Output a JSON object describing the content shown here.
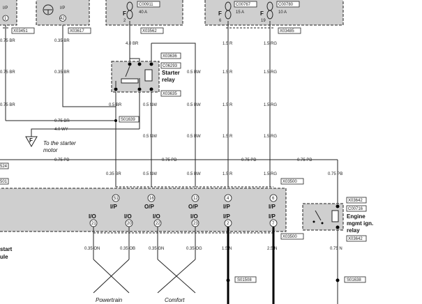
{
  "fuse_labels": {
    "f1": "F",
    "f1n": "2",
    "f1a": "40 A",
    "f6": "F",
    "f6n": "6",
    "f6a": "15 A",
    "f19": "F",
    "f19n": "19",
    "f19a": "10 A"
  },
  "pin_labels": {
    "i1": "I/P",
    "i1n": "1",
    "i2": "I/P",
    "i2n": "42"
  },
  "connectors": {
    "c00911": "C00911",
    "c00767": "C00767",
    "c00780": "C00780",
    "x03451": "X03451",
    "x03617": "X03617",
    "x03562": "X03562",
    "x03485": "X03485",
    "x03636": "X03636",
    "c06293": "C06293",
    "x03635": "X03635",
    "s01639": "S01639",
    "x03500a": "X03500",
    "x03500b": "X03500",
    "x03642a": "X03642",
    "c00716": "C00716",
    "x03642b": "X03642",
    "s01508": "S01508",
    "s01638": "S01638",
    "e524": "524",
    "e501": "501"
  },
  "wires": {
    "w075br_a": "0.75 BR",
    "w035br_a": "0.35 BR",
    "w40br": "4.0 BR",
    "w15r_a": "1.5 R",
    "w15rg_a": "1.5 RG",
    "w075br_b": "0.75 BR",
    "w035br_b": "0.35 BR",
    "w05bw_a": "0.5 BW",
    "w15r_b": "1.5 R",
    "w15rg_b": "1.5 RG",
    "w075br_c": "0.75 BR",
    "w05br_c": "0.5 BR",
    "w05nw_a": "0.5 NW",
    "w05bw_b": "0.5 BW",
    "w15r_c": "1.5 R",
    "w15rg_c": "1.5 RG",
    "w075br_d": "0.75 BR",
    "w40wy": "4.0 WY",
    "w05nw_b": "0.5 NW",
    "w05bw_c": "0.5 BW",
    "w15r_d": "1.5 R",
    "w15rg_d": "1.5 RG",
    "w075pb_a": "0.75 PB",
    "w075pb_b": "0.75 PB",
    "w075pb_c": "0.75 PB",
    "w075pb_d": "0.75 PB",
    "w035br_e": "0.35 BR",
    "w05nw_c": "0.5 NW",
    "w05bw_e": "0.5 BW",
    "w15r_e": "1.5 R",
    "w15rg_e": "1.5 RG",
    "w075pb_e": "0.75 PB",
    "w035on": "0.35 ON",
    "w035ob": "0.35 OB",
    "w035gn": "0.35 GN",
    "w035og": "0.35 OG",
    "w15n": "1.5 N",
    "w25n": "2.5 N",
    "w075n": "0.75 N"
  },
  "relays": {
    "starter_1": "Starter",
    "starter_2": "relay",
    "engine_1": "Engine",
    "engine_2": "mgmt ign.",
    "engine_3": "relay"
  },
  "module": {
    "pins_top": [
      {
        "io": "I/P",
        "num": "51"
      },
      {
        "io": "O/P",
        "num": "16"
      },
      {
        "io": "O/P",
        "num": "12"
      },
      {
        "io": "I/P",
        "num": "4"
      },
      {
        "io": "I/P",
        "num": "6"
      }
    ],
    "pins_bottom": [
      {
        "io": "I/O",
        "num": "21"
      },
      {
        "io": "I/O",
        "num": "20"
      },
      {
        "io": "I/O",
        "num": "22"
      },
      {
        "io": "I/O",
        "num": "23"
      },
      {
        "io": "I/P",
        "num": "2"
      },
      {
        "io": "I/P",
        "num": "7"
      }
    ],
    "name_1": "start",
    "name_2": "ule"
  },
  "ground": {
    "letter": "F",
    "text_1": "To the starter",
    "text_2": "motor"
  },
  "bus": {
    "powertrain": "Powertrain",
    "comfort": "Comfort"
  }
}
